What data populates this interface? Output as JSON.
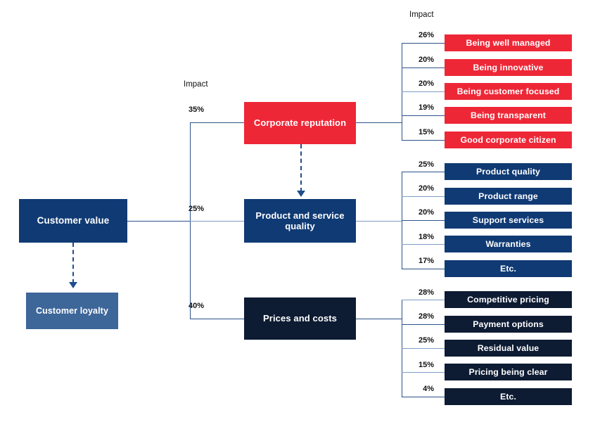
{
  "diagram": {
    "title_labels": {
      "impact_mid": "Impact",
      "impact_right": "Impact"
    },
    "root": {
      "label": "Customer value"
    },
    "outcome": {
      "label": "Customer loyalty"
    },
    "drivers": [
      {
        "id": "corporate-reputation",
        "label": "Corporate reputation",
        "impact": "35%",
        "color": "#EE2737",
        "attributes": [
          {
            "label": "Being well managed",
            "impact": "26%"
          },
          {
            "label": "Being innovative",
            "impact": "20%"
          },
          {
            "label": "Being customer focused",
            "impact": "20%"
          },
          {
            "label": "Being transparent",
            "impact": "19%"
          },
          {
            "label": "Good corporate citizen",
            "impact": "15%"
          }
        ]
      },
      {
        "id": "product-and-service-quality",
        "label": "Product and service quality",
        "impact": "25%",
        "color": "#103A74",
        "attributes": [
          {
            "label": "Product quality",
            "impact": "25%"
          },
          {
            "label": "Product range",
            "impact": "20%"
          },
          {
            "label": "Support services",
            "impact": "20%"
          },
          {
            "label": "Warranties",
            "impact": "18%"
          },
          {
            "label": "Etc.",
            "impact": "17%"
          }
        ]
      },
      {
        "id": "prices-and-costs",
        "label": "Prices and costs",
        "impact": "40%",
        "color": "#0D1B33",
        "attributes": [
          {
            "label": "Competitive pricing",
            "impact": "28%"
          },
          {
            "label": "Payment options",
            "impact": "28%"
          },
          {
            "label": "Residual value",
            "impact": "25%"
          },
          {
            "label": "Pricing being clear",
            "impact": "15%"
          },
          {
            "label": "Etc.",
            "impact": "4%"
          }
        ]
      }
    ],
    "colors": {
      "red": "#EE2737",
      "navy": "#103A74",
      "dark_navy": "#0D1B33",
      "steel_blue": "#3D6699",
      "connector": "#2B5288"
    }
  }
}
